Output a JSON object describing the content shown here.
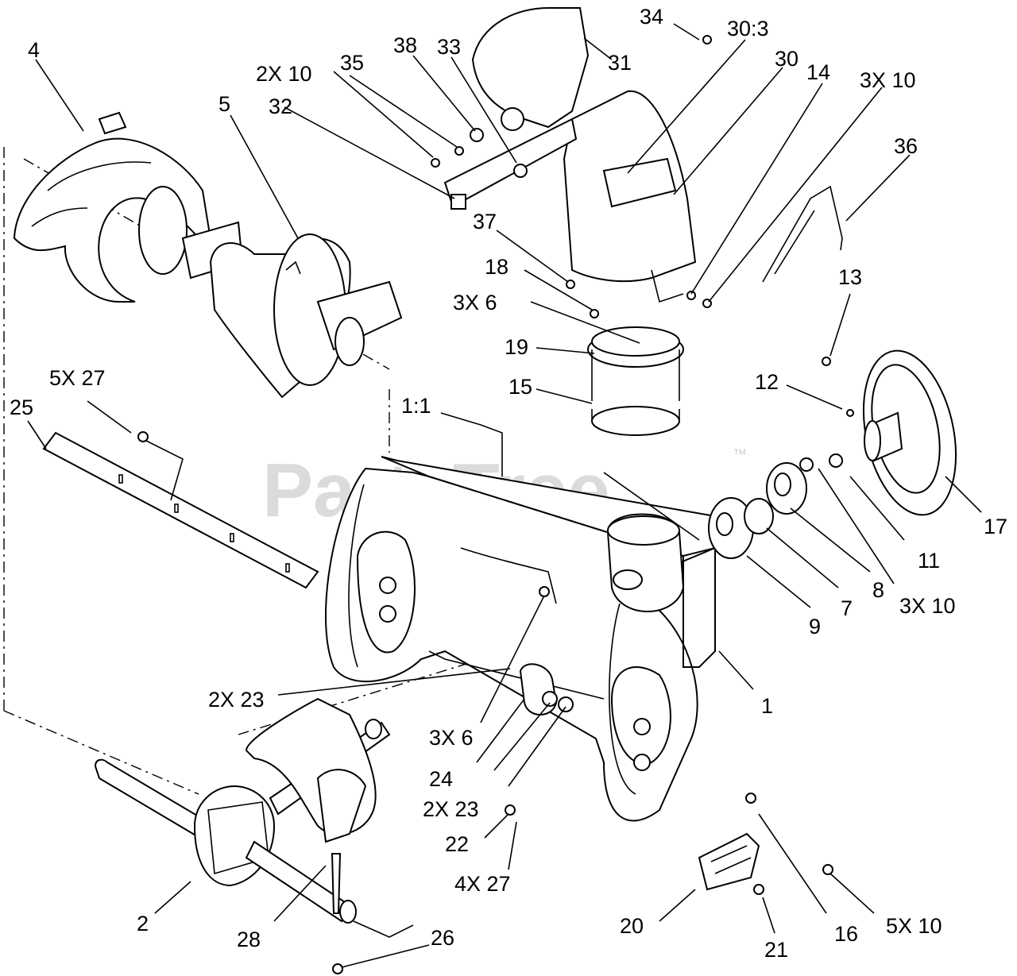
{
  "watermark": {
    "text": "PartsTree",
    "mark": "™"
  },
  "callouts": {
    "c1": "1",
    "c1_1": "1:1",
    "c2": "2",
    "c2x10": "2X 10",
    "c2x23a": "2X 23",
    "c2x23b": "2X 23",
    "c3x10a": "3X 10",
    "c3x10b": "3X 10",
    "c3x6a": "3X 6",
    "c3x6b": "3X 6",
    "c4": "4",
    "c4x27": "4X 27",
    "c5": "5",
    "c5x10": "5X 10",
    "c5x27": "5X 27",
    "c7": "7",
    "c8": "8",
    "c9": "9",
    "c11": "11",
    "c12": "12",
    "c13": "13",
    "c14": "14",
    "c15": "15",
    "c16": "16",
    "c17": "17",
    "c18": "18",
    "c19": "19",
    "c20": "20",
    "c21": "21",
    "c22": "22",
    "c24": "24",
    "c25": "25",
    "c26": "26",
    "c28": "28",
    "c30": "30",
    "c30_3": "30:3",
    "c31": "31",
    "c32": "32",
    "c33": "33",
    "c34": "34",
    "c35": "35",
    "c36": "36",
    "c37": "37",
    "c38": "38"
  },
  "icons": [
    "snowthrower-auger-housing-exploded-view"
  ]
}
